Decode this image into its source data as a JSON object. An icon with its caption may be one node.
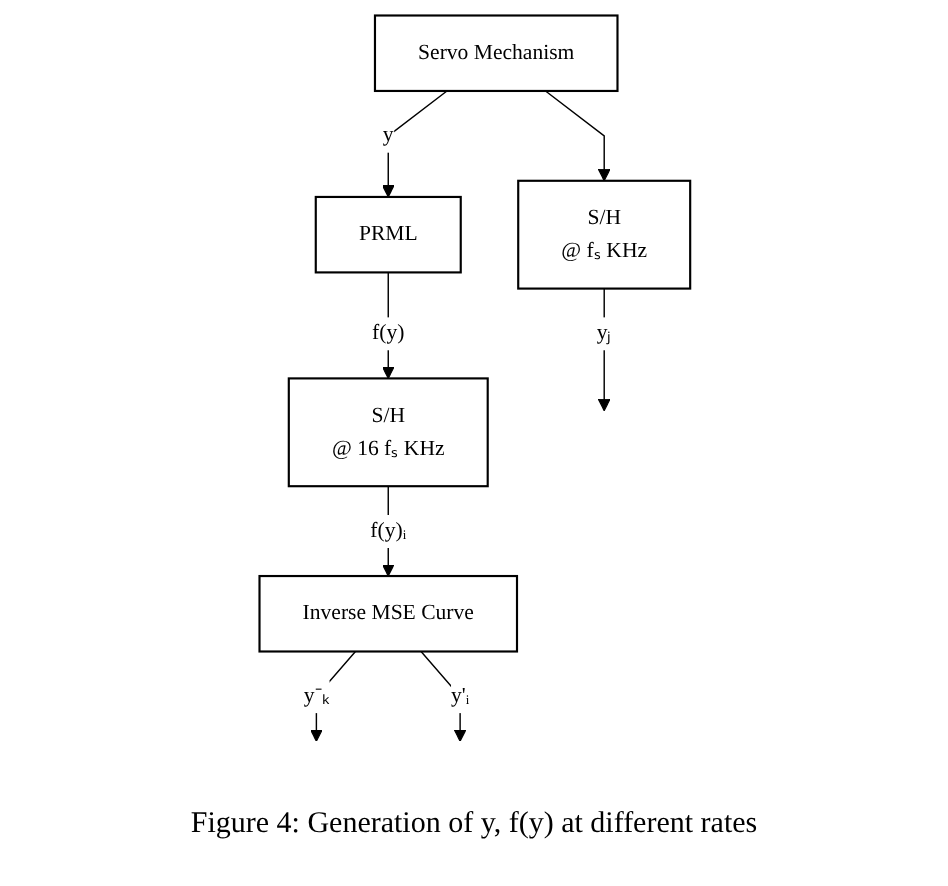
{
  "diagram": {
    "caption": "Figure 4: Generation of y, f(y) at different rates",
    "nodes": [
      {
        "text": [
          "Servo Mechanism"
        ]
      },
      {
        "text": [
          "PRML"
        ]
      },
      {
        "text": [
          "S/H",
          "@ 16 fₛ KHz"
        ]
      },
      {
        "text": [
          "S/H",
          "@ fₛ KHz"
        ]
      },
      {
        "text": [
          "Inverse MSE Curve"
        ]
      }
    ],
    "edges": [
      {
        "from": 0,
        "to": 1,
        "arrow": "to",
        "label": "y"
      },
      {
        "from": 0,
        "to": 3,
        "arrow": "to"
      },
      {
        "from": 1,
        "to": 2,
        "arrow": "to",
        "label": "f(y)"
      },
      {
        "from": 2,
        "to": 4,
        "arrow": "to",
        "label": "f(y)ᵢ"
      },
      {
        "from": 3,
        "to": null,
        "arrow": "to",
        "label": "yⱼ"
      },
      {
        "from": 4,
        "to": null,
        "arrow": "to",
        "label": "y⁻ₖ"
      },
      {
        "from": 4,
        "to": null,
        "arrow": "to",
        "label": "y'ᵢ"
      }
    ]
  }
}
